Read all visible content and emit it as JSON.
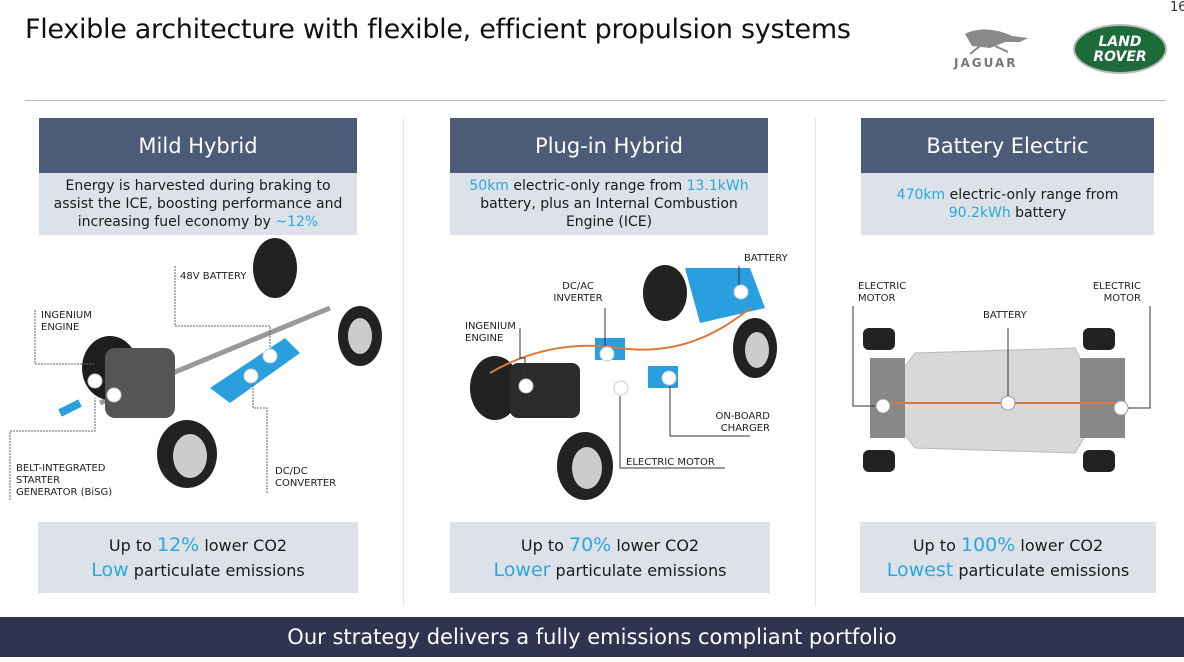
{
  "title": "Flexible architecture with flexible, efficient propulsion systems",
  "page_number": "16",
  "logos": {
    "jaguar": "JAGUAR",
    "landrover_line1": "LAND",
    "landrover_line2": "ROVER"
  },
  "colors": {
    "accent": "#29a8e0",
    "header": "#4c5b78",
    "panel": "#dde1e8",
    "footer": "#2f3550"
  },
  "columns": [
    {
      "heading": "Mild Hybrid",
      "desc": {
        "text": "Energy is harvested during braking to assist the ICE, boosting performance and increasing fuel economy by ",
        "highlight": "~12%"
      },
      "labels": [
        "48V BATTERY",
        "INGENIUM ENGINE",
        "BELT-INTEGRATED STARTER GENERATOR (BiSG)",
        "DC/DC CONVERTER"
      ],
      "bottom": {
        "prefix": "Up to ",
        "value": "12%",
        "suffix": " lower CO2",
        "level": "Low",
        "level_suffix": " particulate emissions"
      }
    },
    {
      "heading": "Plug-in Hybrid",
      "desc": {
        "h1": "50km",
        "t1": " electric-only range from ",
        "h2": "13.1kWh",
        "t2": " battery, plus an Internal Combustion Engine (ICE)"
      },
      "labels": [
        "BATTERY",
        "DC/AC INVERTER",
        "INGENIUM ENGINE",
        "ON-BOARD CHARGER",
        "ELECTRIC MOTOR"
      ],
      "bottom": {
        "prefix": "Up to ",
        "value": "70%",
        "suffix": " lower CO2",
        "level": "Lower",
        "level_suffix": " particulate emissions"
      }
    },
    {
      "heading": "Battery Electric",
      "desc": {
        "h1": "470km",
        "t1": " electric-only range from ",
        "h2": "90.2kWh",
        "t2": " battery"
      },
      "labels": [
        "ELECTRIC MOTOR",
        "BATTERY",
        "ELECTRIC MOTOR"
      ],
      "bottom": {
        "prefix": "Up to ",
        "value": "100%",
        "suffix": " lower CO2",
        "level": "Lowest",
        "level_suffix": " particulate emissions"
      }
    }
  ],
  "footer": "Our strategy delivers a fully emissions compliant portfolio"
}
